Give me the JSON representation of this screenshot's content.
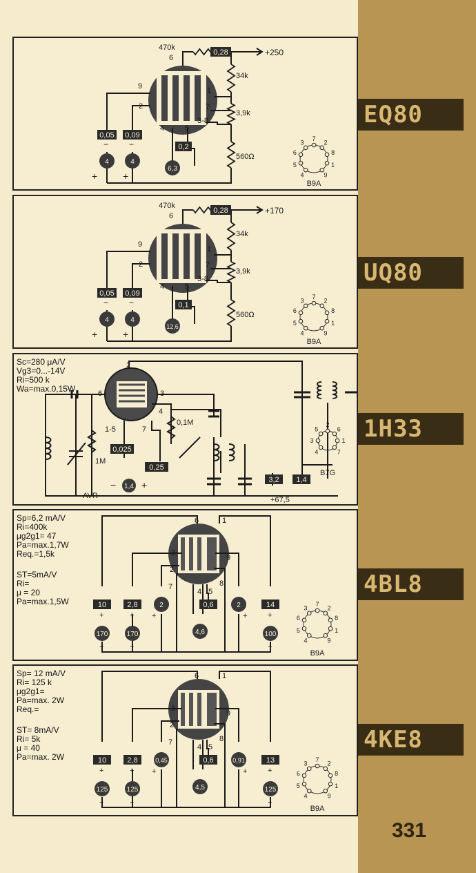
{
  "page_number": "331",
  "tubes": [
    {
      "name": "EQ80",
      "base": "B9A",
      "res_top": "470k",
      "supply": "+250",
      "res_1": "34k",
      "res_2": "3,9k",
      "res_3": "560Ω",
      "boxes": {
        "current_top": "0,28",
        "g_a": "0,05",
        "g_b": "0,09",
        "heater_current": "0,2"
      },
      "circles": {
        "v_a": "4",
        "v_b": "4",
        "heater_v": "6,3"
      },
      "pins": [
        "6",
        "9",
        "1",
        "2",
        "7",
        "4",
        "5",
        "3-8"
      ],
      "base_pins": [
        "4",
        "5",
        "6",
        "3",
        "7",
        "2",
        "8",
        "1",
        "9"
      ]
    },
    {
      "name": "UQ80",
      "base": "B9A",
      "res_top": "470k",
      "supply": "+170",
      "res_1": "34k",
      "res_2": "3,9k",
      "res_3": "560Ω",
      "boxes": {
        "current_top": "0,28",
        "g_a": "0,05",
        "g_b": "0,09",
        "heater_current": "0,1"
      },
      "circles": {
        "v_a": "4",
        "v_b": "4",
        "heater_v": "12,6"
      },
      "pins": [
        "6",
        "9",
        "1",
        "2",
        "7",
        "4",
        "5",
        "3-8"
      ],
      "base_pins": [
        "4",
        "5",
        "6",
        "3",
        "7",
        "2",
        "8",
        "1",
        "9"
      ]
    },
    {
      "name": "1H33",
      "base": "B7G",
      "specs": [
        "Sc=280 μA/V",
        "Vg3=0...-14V",
        "Ri=500 k",
        "Wa=max.0,15W"
      ],
      "labels": {
        "res_grid": "1M",
        "res_screen": "0,1M",
        "avr": "AVR",
        "supply": "+67,5",
        "pins_15": "1-5",
        "pin2": "2",
        "pin3": "3",
        "pin4": "4",
        "pin6": "6",
        "pin7": "7"
      },
      "boxes": {
        "g1": "0,025",
        "g2": "0,25",
        "plate": "3,2",
        "screen": "1,4"
      },
      "circles": {
        "heater": "1,4"
      },
      "base_pins": [
        "4",
        "3",
        "5",
        "2",
        "6",
        "1",
        "7"
      ]
    },
    {
      "name": "4BL8",
      "base": "B9A",
      "specs": [
        "Sp=6,2 mA/V",
        "Ri=400k",
        "μg2g1= 47",
        "Pa=max.1,7W",
        "Req.=1,5k",
        "",
        "ST=5mA/V",
        "Ri=",
        "μ = 20",
        "Pa=max.1,5W"
      ],
      "boxes": [
        "10",
        "2,8",
        "0,6",
        "14"
      ],
      "circles": [
        "170",
        "170",
        "2",
        "4,6",
        "2",
        "100"
      ],
      "pins": [
        "6",
        "1",
        "3",
        "9",
        "2",
        "8",
        "7",
        "4",
        "5"
      ],
      "base_pins": [
        "4",
        "5",
        "6",
        "3",
        "7",
        "2",
        "8",
        "1",
        "9"
      ]
    },
    {
      "name": "4KE8",
      "base": "B9A",
      "specs": [
        "Sp= 12 mA/V",
        "Ri= 125 k",
        "μg2g1=",
        "Pa=max. 2W",
        "Req.=",
        "",
        "ST= 8mA/V",
        "Ri= 5k",
        "μ = 40",
        "Pa=max. 2W"
      ],
      "boxes": [
        "10",
        "2,8",
        "0,6",
        "13"
      ],
      "circles": [
        "125",
        "125",
        "0,45",
        "4,5",
        "0,91",
        "125"
      ],
      "pins": [
        "6",
        "1",
        "3",
        "9",
        "2",
        "8",
        "7",
        "4",
        "5"
      ],
      "base_pins": [
        "4",
        "5",
        "6",
        "3",
        "7",
        "2",
        "8",
        "1",
        "9"
      ]
    }
  ]
}
